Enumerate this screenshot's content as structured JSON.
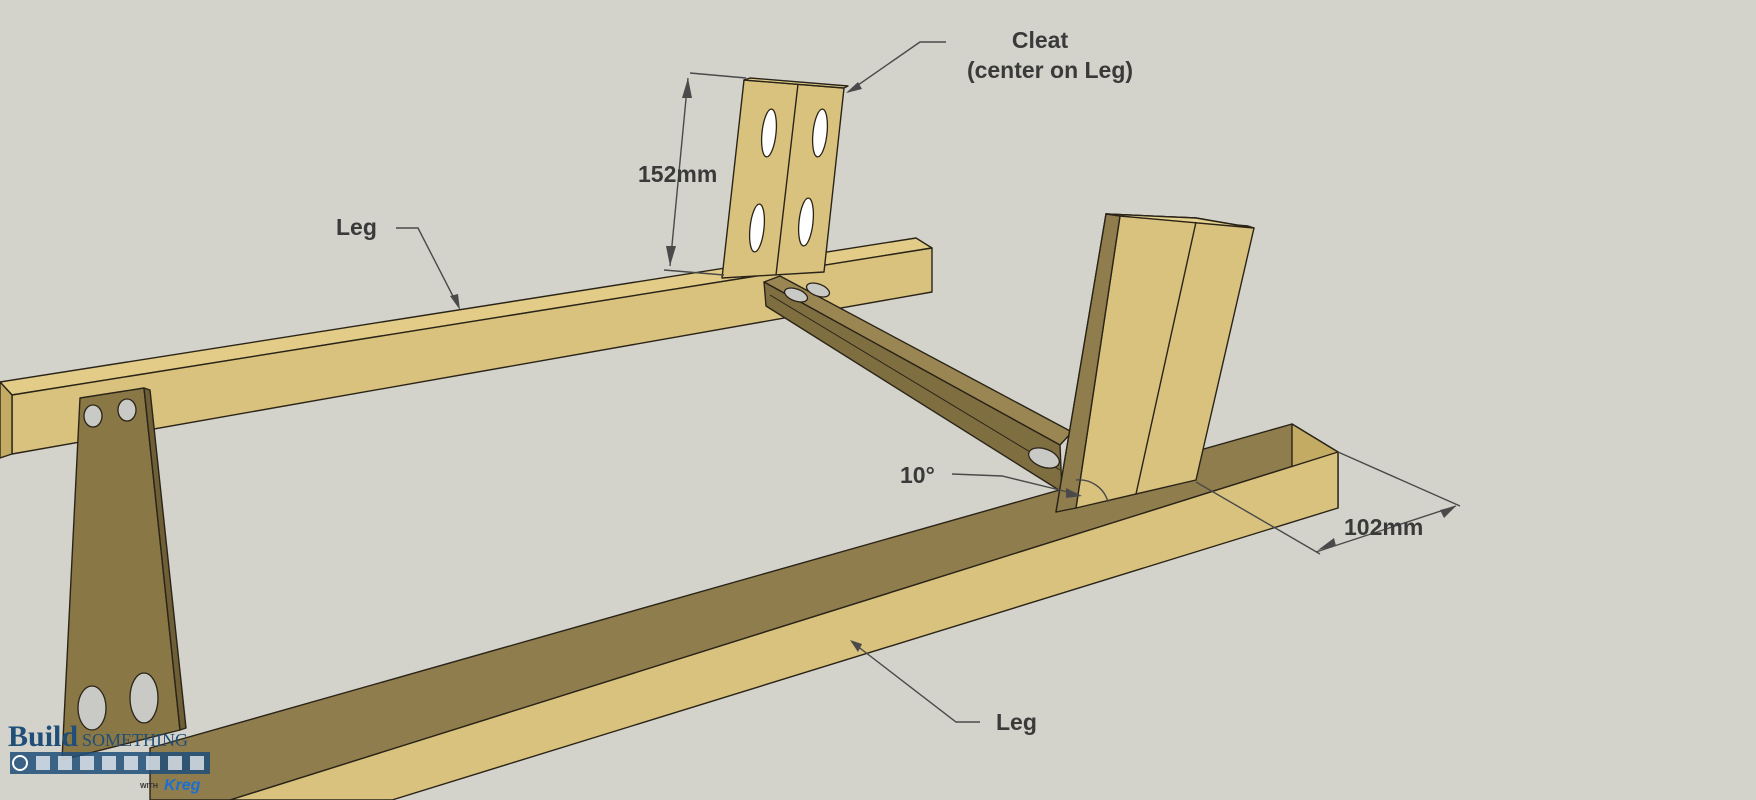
{
  "labels": {
    "cleat_line1": "Cleat",
    "cleat_line2": "(center on Leg)",
    "leg_top": "Leg",
    "leg_bottom": "Leg",
    "dim_height": "152mm",
    "dim_width": "102mm",
    "angle": "10°"
  },
  "logo": {
    "brand_a": "Build",
    "brand_b": "SOMETHING",
    "with": "WITH",
    "partner": "Kreg"
  },
  "colors": {
    "background": "#d3d3cb",
    "wood_light": "#d9c27e",
    "wood_mid": "#c9b06a",
    "wood_dark": "#8f7d4d",
    "logo_blue": "#1f4e79"
  }
}
